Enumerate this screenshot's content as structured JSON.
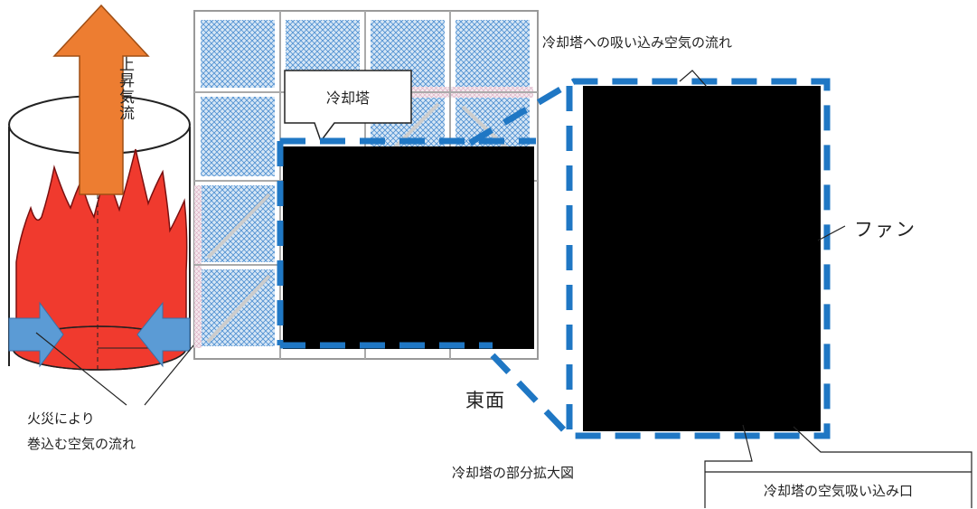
{
  "labels": {
    "rising_air": "上昇気流",
    "cooling_tower": "冷却塔",
    "intake_flow": "冷却塔への吸い込み空気の流れ",
    "fan": "ファン",
    "east_face": "東面",
    "fire_air_line1": "火災により",
    "fire_air_line2": "巻込む空気の流れ",
    "enlarged_view": "冷却塔の部分拡大図",
    "air_intake": "冷却塔の空気吸い込み口"
  },
  "colors": {
    "rising_arrow": "#ed7d31",
    "flame": "#f03a2e",
    "intake_arrow": "#5b9bd5",
    "dash_outline": "#1f77c4",
    "mesh": "#bdd7ee"
  }
}
